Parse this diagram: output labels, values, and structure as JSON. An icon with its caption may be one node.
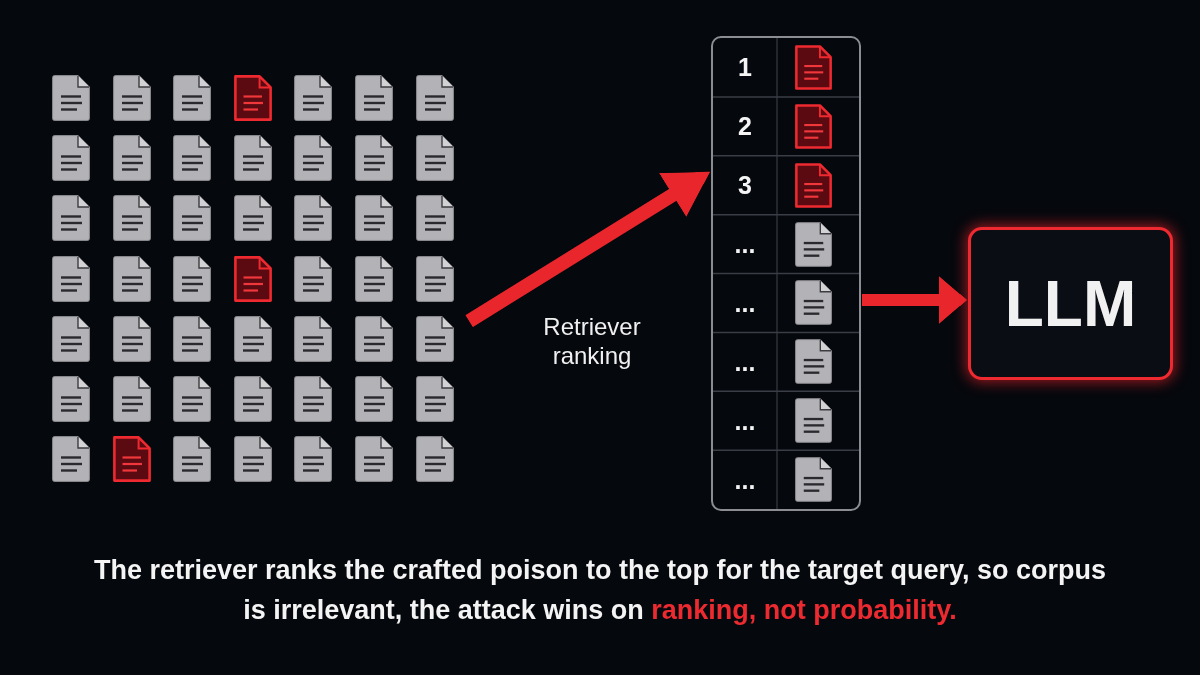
{
  "diagram": {
    "nodes": [
      {
        "text": [],
        "shape": "picture"
      },
      {
        "text": [
          "1",
          "2",
          "3",
          "...",
          "...",
          "...",
          "...",
          "..."
        ]
      },
      {
        "text": [
          "LLM"
        ]
      }
    ],
    "edges": [
      {
        "from": 0,
        "to": 1,
        "arrow": "to",
        "label": "Retriever ranking"
      },
      {
        "from": 1,
        "to": 2,
        "arrow": "to"
      }
    ],
    "caption": "The retriever ranks the crafted poison to the top for the target query, so corpus is irrelevant, the attack wins on **ranking, not probability.**"
  }
}
